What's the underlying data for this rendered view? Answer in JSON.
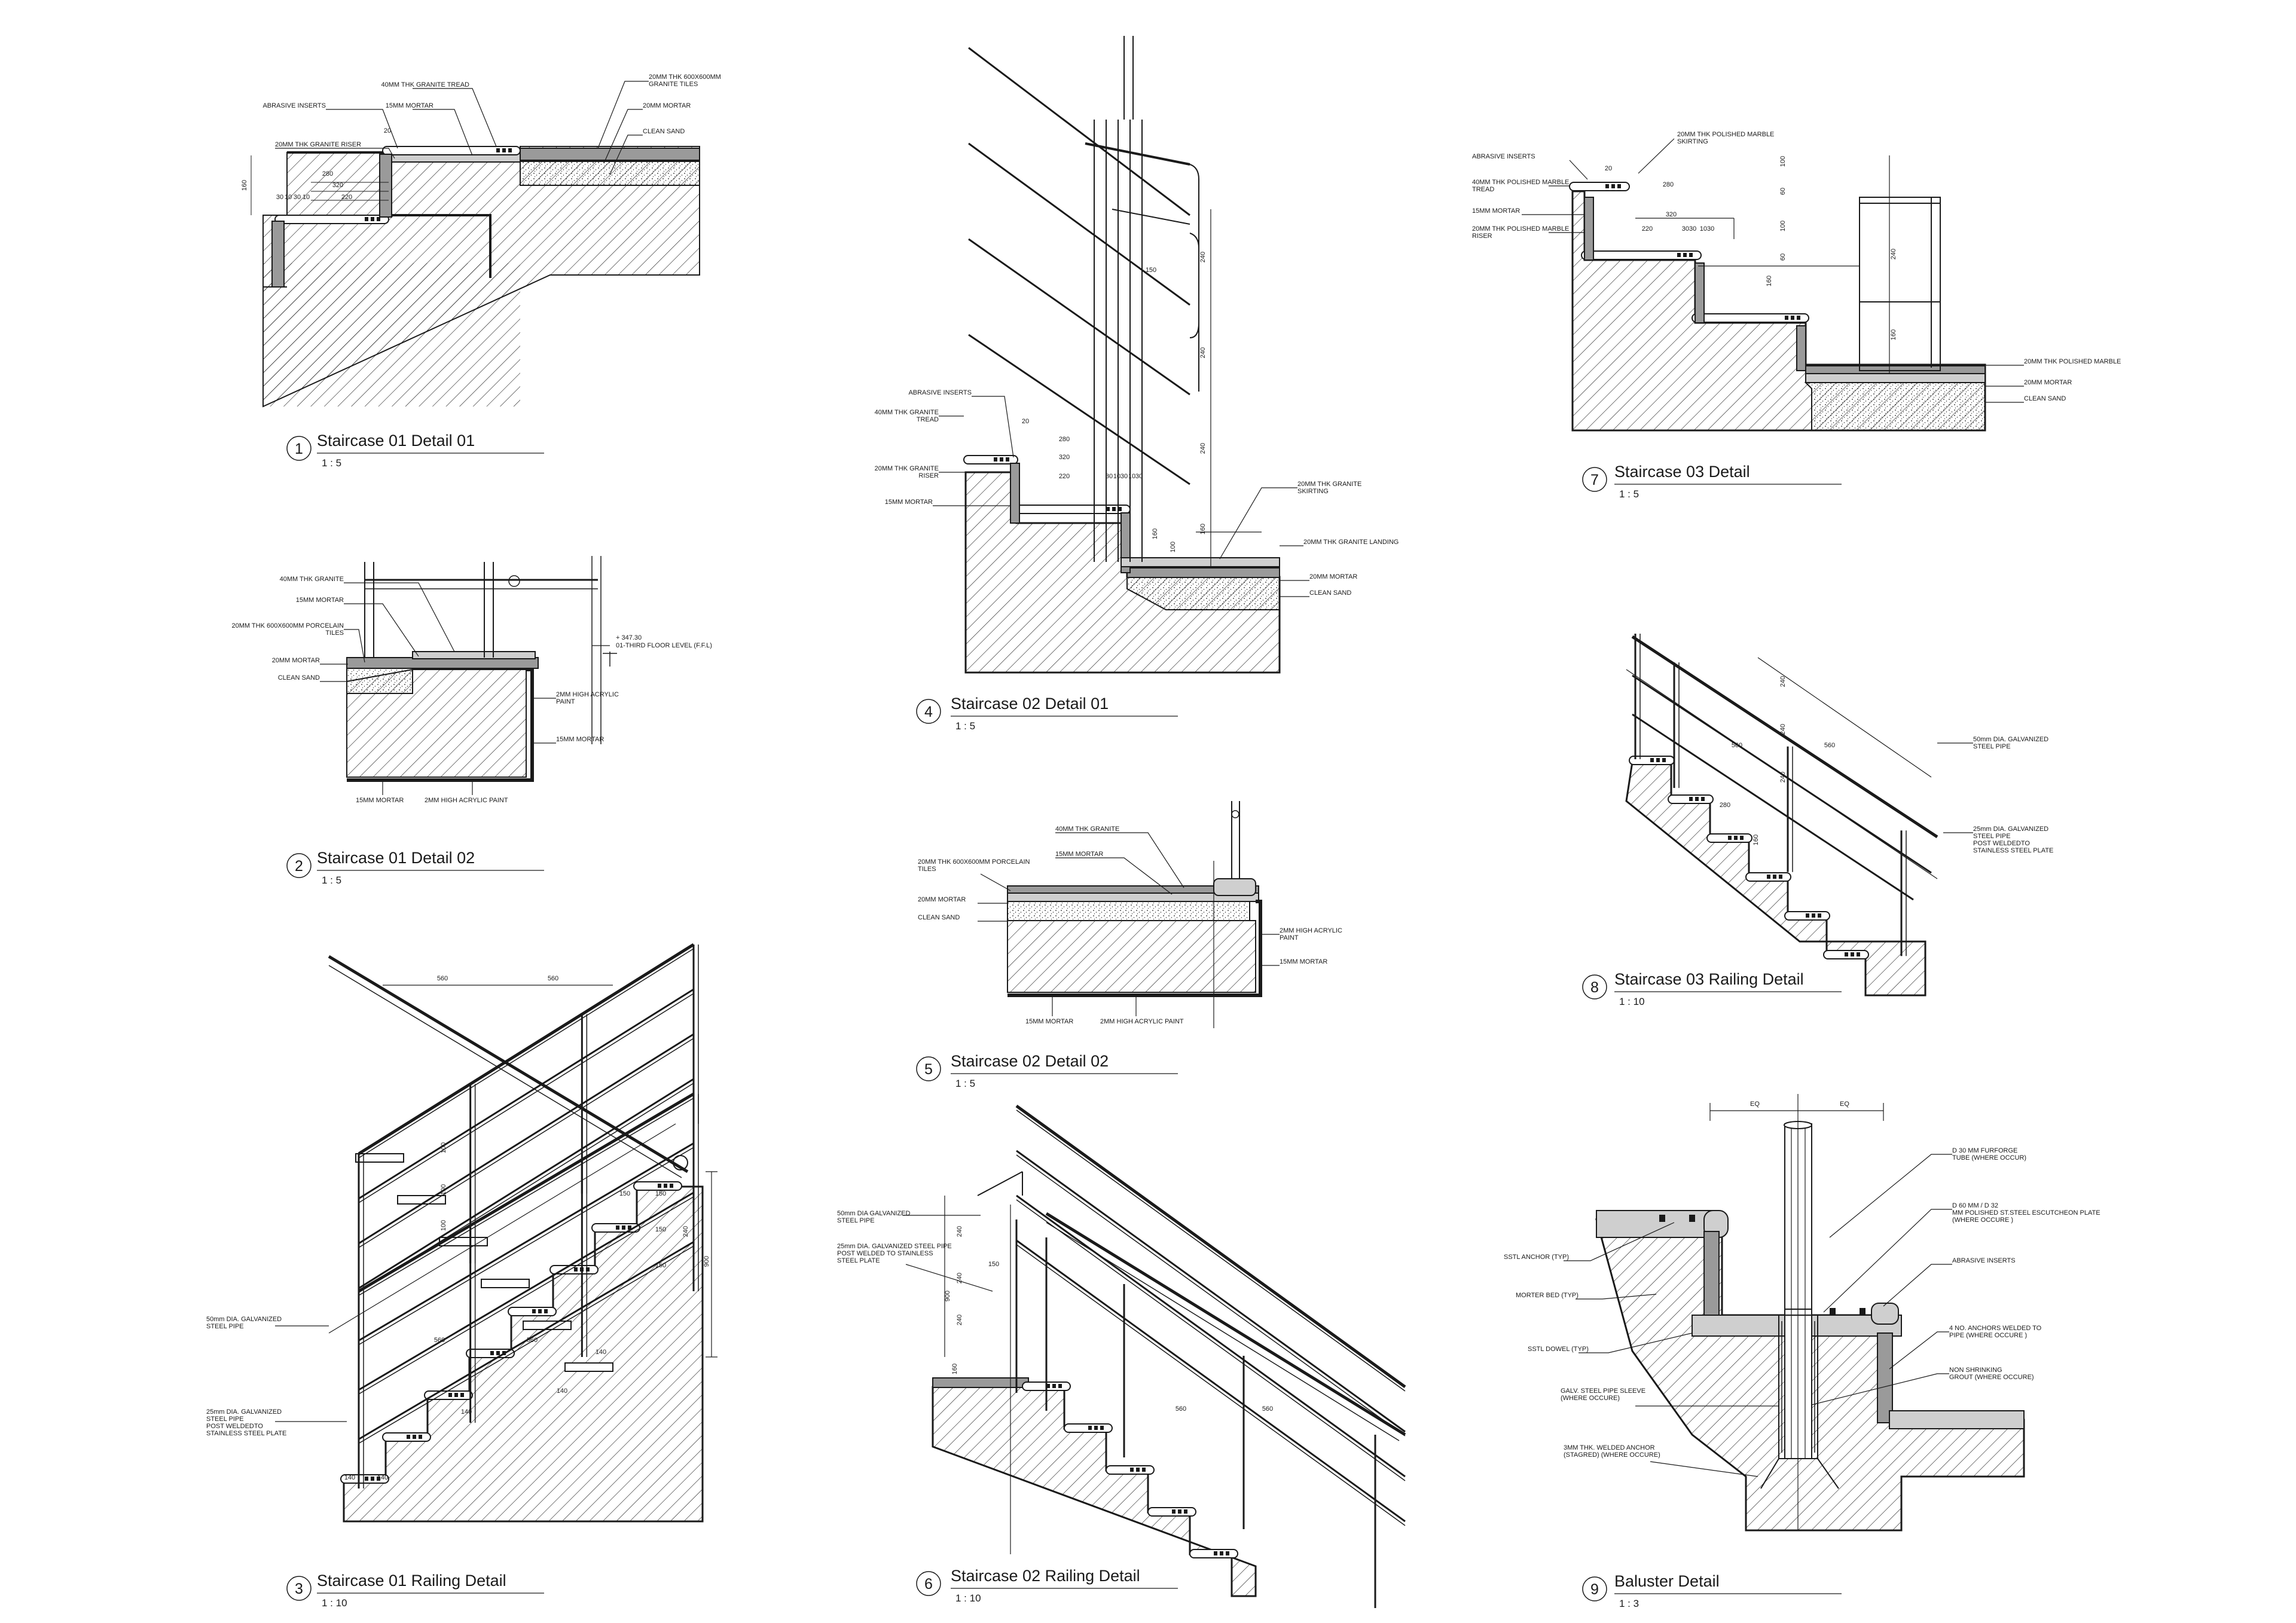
{
  "colors": {
    "ink": "#1a1a1a",
    "background": "#ffffff"
  },
  "details": [
    {
      "key": "d1",
      "number": "1",
      "title": "Staircase 01 Detail 01",
      "scale": "1 : 5",
      "notes": [
        "40MM THK GRANITE TREAD",
        "20MM THK 600X600MM GRANITE TILES",
        "ABRASIVE INSERTS",
        "15MM MORTAR",
        "20MM MORTAR",
        "20MM THK GRANITE RISER",
        "CLEAN SAND"
      ],
      "dims": [
        "20",
        "280",
        "320",
        "30",
        "10",
        "30",
        "10",
        "220",
        "160"
      ]
    },
    {
      "key": "d2",
      "number": "2",
      "title": "Staircase 01 Detail 02",
      "scale": "1 : 5",
      "notes": [
        "40MM THK GRANITE",
        "15MM MORTAR",
        "20MM THK 600X600MM PORCELAIN TILES",
        "20MM MORTAR",
        "CLEAN SAND",
        "+ 347.30",
        "01-THIRD FLOOR LEVEL (F.F.L)",
        "2MM HIGH ACRYLIC PAINT",
        "15MM MORTAR",
        "15MM MORTAR",
        "2MM HIGH ACRYLIC PAINT"
      ],
      "dims": []
    },
    {
      "key": "d3",
      "number": "3",
      "title": "Staircase 01 Railing Detail",
      "scale": "1 : 10",
      "notes": [
        "50mm DIA. GALVANIZED STEEL PIPE",
        "25mm DIA. GALVANIZED STEEL PIPE POST WELDEDTO STAINLESS STEEL PLATE"
      ],
      "dims": [
        "560",
        "560",
        "100",
        "100",
        "100",
        "150",
        "150",
        "150",
        "150",
        "140",
        "140",
        "140",
        "140",
        "140",
        "560",
        "560",
        "900",
        "240"
      ]
    },
    {
      "key": "d4",
      "number": "4",
      "title": "Staircase 02 Detail 01",
      "scale": "1 : 5",
      "notes": [
        "ABRASIVE INSERTS",
        "40MM THK GRANITE TREAD",
        "20MM THK GRANITE RISER",
        "15MM MORTAR",
        "20MM THK GRANITE SKIRTING",
        "20MM THK GRANITE LANDING",
        "20MM MORTAR",
        "CLEAN SAND"
      ],
      "dims": [
        "20",
        "280",
        "320",
        "220",
        "30",
        "10",
        "30",
        "10",
        "30",
        "160",
        "100",
        "160",
        "240",
        "240",
        "240",
        "150"
      ]
    },
    {
      "key": "d5",
      "number": "5",
      "title": "Staircase 02 Detail 02",
      "scale": "1 : 5",
      "notes": [
        "40MM THK GRANITE",
        "15MM MORTAR",
        "20MM THK 600X600MM PORCELAIN TILES",
        "20MM MORTAR",
        "CLEAN SAND",
        "2MM HIGH ACRYLIC PAINT",
        "15MM MORTAR",
        "15MM MORTAR",
        "2MM HIGH ACRYLIC PAINT"
      ],
      "dims": []
    },
    {
      "key": "d6",
      "number": "6",
      "title": "Staircase 02 Railing Detail",
      "scale": "1 : 10",
      "notes": [
        "50mm DIA GALVANIZED STEEL PIPE",
        "25mm DIA. GALVANIZED STEEL PIPE POST WELDED TO STAINLESS STEEL PLATE"
      ],
      "dims": [
        "240",
        "240",
        "150",
        "900",
        "240",
        "160",
        "560",
        "560"
      ]
    },
    {
      "key": "d7",
      "number": "7",
      "title": "Staircase 03 Detail",
      "scale": "1 : 5",
      "notes": [
        "ABRASIVE INSERTS",
        "20MM THK POLISHED MARBLE SKIRTING",
        "40MM THK POLISHED MARBLE TREAD",
        "15MM MORTAR",
        "20MM THK POLISHED MARBLE RISER",
        "20MM THK POLISHED MARBLE",
        "20MM MORTAR",
        "CLEAN SAND"
      ],
      "dims": [
        "20",
        "280",
        "320",
        "220",
        "3030",
        "1030",
        "100",
        "60",
        "100",
        "60",
        "160",
        "240",
        "160"
      ]
    },
    {
      "key": "d8",
      "number": "8",
      "title": "Staircase 03 Railing Detail",
      "scale": "1 : 10",
      "notes": [
        "50mm DIA. GALVANIZED STEEL PIPE",
        "25mm DIA. GALVANIZED STEEL PIPE POST WELDEDTO STAINLESS STEEL PLATE"
      ],
      "dims": [
        "240",
        "240",
        "240",
        "560",
        "560",
        "280",
        "160"
      ]
    },
    {
      "key": "d9",
      "number": "9",
      "title": "Baluster Detail",
      "scale": "1 : 3",
      "notes": [
        "D 30 MM FURFORGE TUBE (WHERE OCCUR)",
        "D 60 MM / D 32 MM POLISHED ST.STEEL ESCUTCHEON PLATE (WHERE OCCURE )",
        "ABRASIVE INSERTS",
        "SSTL ANCHOR (TYP)",
        "MORTER BED (TYP)",
        "SSTL DOWEL (TYP)",
        "4 NO. ANCHORS WELDED TO PIPE (WHERE OCCURE )",
        "NON SHRINKING GROUT (WHERE OCCURE)",
        "GALV. STEEL PIPE SLEEVE (WHERE OCCURE)",
        "3MM THK. WELDED ANCHOR (STAGRED) (WHERE OCCURE)"
      ],
      "dims": [
        "EQ",
        "EQ"
      ]
    }
  ]
}
